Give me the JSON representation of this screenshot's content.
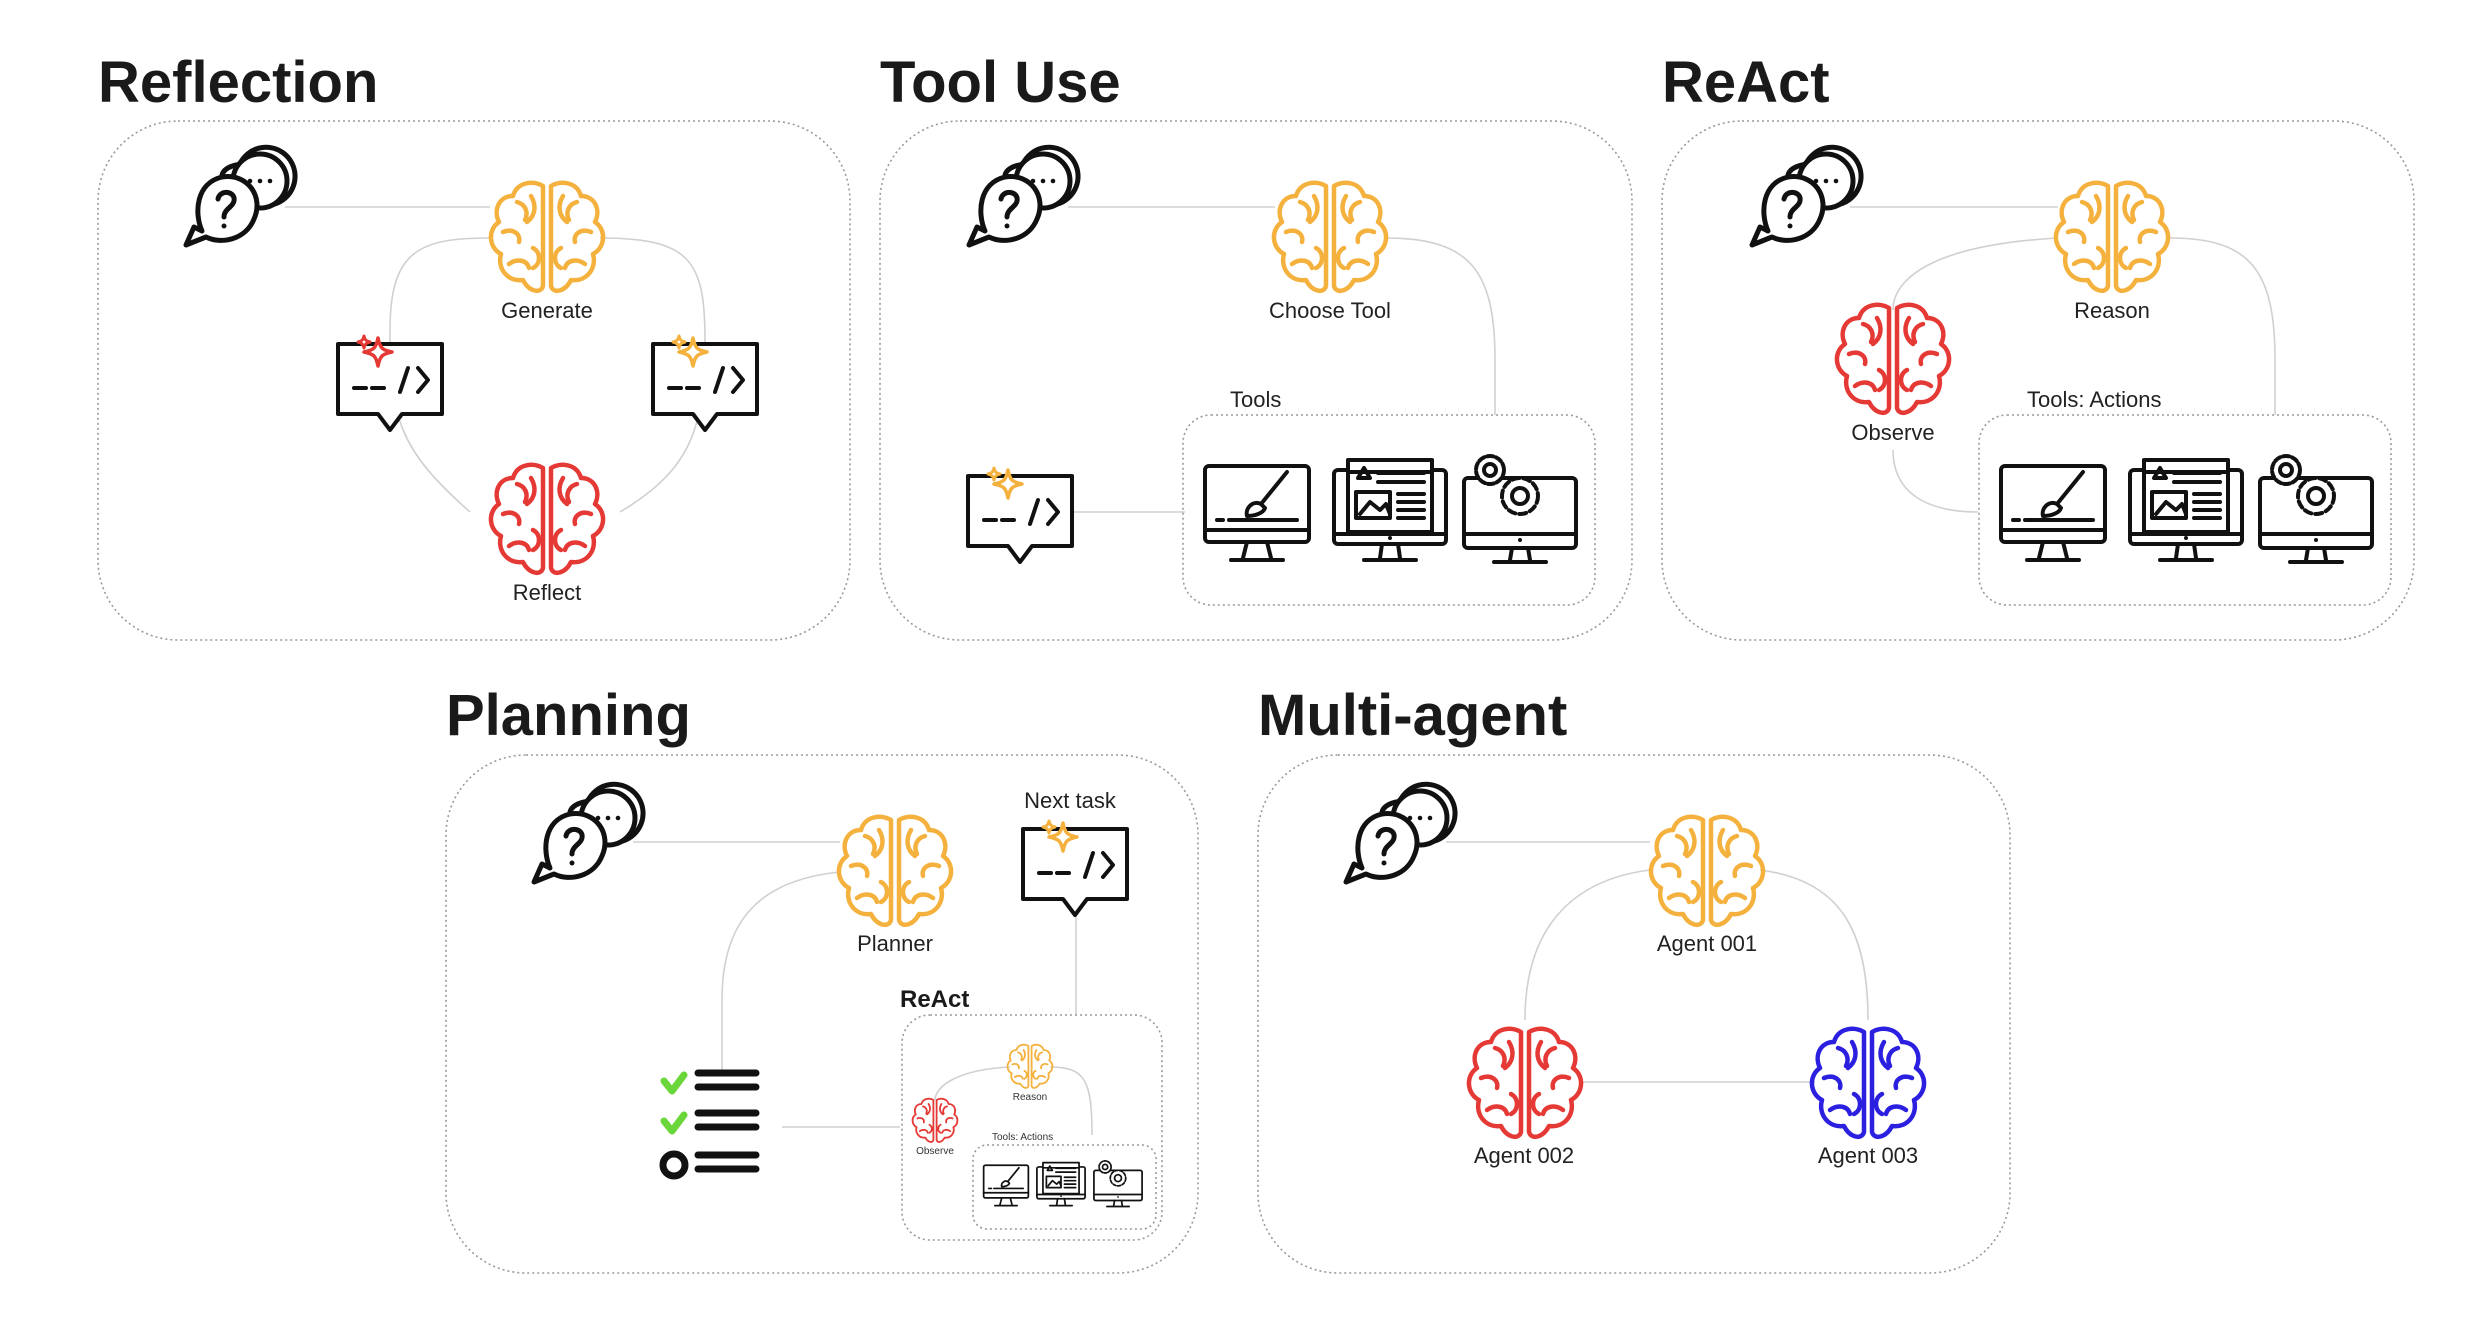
{
  "colors": {
    "generate": "#F4B13D",
    "reflect": "#E53935",
    "agent_blue": "#2B1FE0",
    "check_green": "#6BD63A",
    "ink": "#111111"
  },
  "icons": [
    "question-bubble-icon",
    "brain-icon",
    "code-sparkle-icon",
    "monitor-paint-icon",
    "monitor-layout-icon",
    "monitor-gears-icon",
    "checklist-icon"
  ],
  "reflection": {
    "title": "Reflection",
    "generate": "Generate",
    "reflect": "Reflect"
  },
  "tool_use": {
    "title": "Tool Use",
    "choose_tool": "Choose Tool",
    "tools": "Tools"
  },
  "react": {
    "title": "ReAct",
    "reason": "Reason",
    "observe": "Observe",
    "tools_actions": "Tools: Actions"
  },
  "planning": {
    "title": "Planning",
    "planner": "Planner",
    "next_task": "Next task",
    "react_label": "ReAct",
    "mini_reason": "Reason",
    "mini_observe": "Observe",
    "mini_tools_actions": "Tools: Actions"
  },
  "multi_agent": {
    "title": "Multi-agent",
    "agent_1": "Agent 001",
    "agent_2": "Agent 002",
    "agent_3": "Agent 003"
  }
}
